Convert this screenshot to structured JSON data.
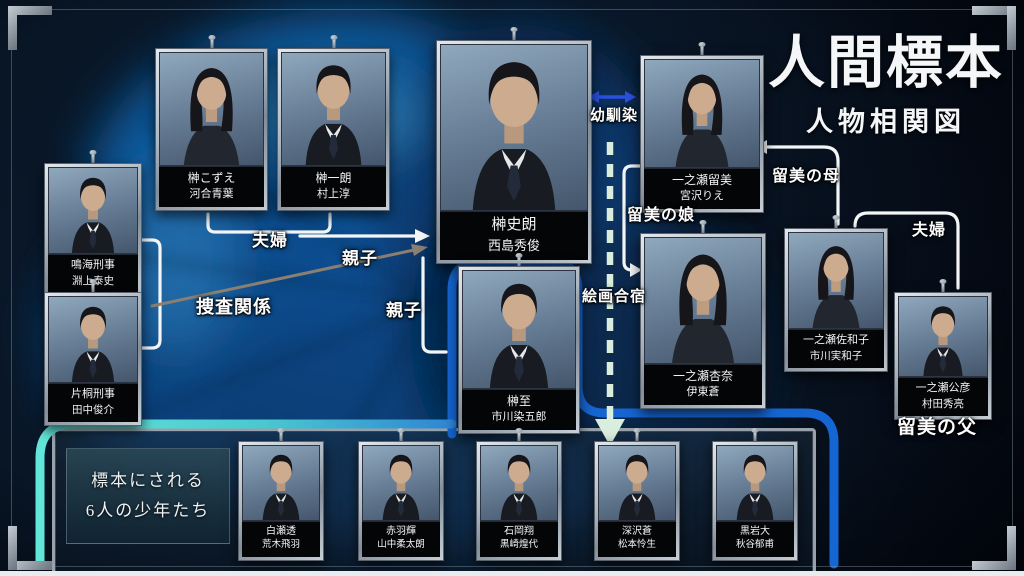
{
  "title": {
    "main": "人間標本",
    "subtitle": "人物相関図"
  },
  "cards": [
    {
      "role": "榊こずえ",
      "actor": "河合青葉"
    },
    {
      "role": "榊一朗",
      "actor": "村上淳"
    },
    {
      "role": "榊史朗",
      "actor": "西島秀俊"
    },
    {
      "role": "一之瀬留美",
      "actor": "宮沢りえ"
    },
    {
      "role": "鳴海刑事",
      "actor": "淵上泰史"
    },
    {
      "role": "片桐刑事",
      "actor": "田中俊介"
    },
    {
      "role": "榊至",
      "actor": "市川染五郎"
    },
    {
      "role": "一之瀬杏奈",
      "actor": "伊東蒼"
    },
    {
      "role": "一之瀬佐和子",
      "actor": "市川実和子"
    },
    {
      "role": "一之瀬公彦",
      "actor": "村田秀亮"
    },
    {
      "role": "白瀬透",
      "actor": "荒木飛羽"
    },
    {
      "role": "赤羽輝",
      "actor": "山中柔太朗"
    },
    {
      "role": "石岡翔",
      "actor": "黒崎煌代"
    },
    {
      "role": "深沢蒼",
      "actor": "松本怜生"
    },
    {
      "role": "黒岩大",
      "actor": "秋谷郁甫"
    }
  ],
  "relations": {
    "fufu_left": "夫婦",
    "oyako_arrow": "親子",
    "sousa_kankei": "捜査関係",
    "oyako_vertical": "親子",
    "osananajimi": "幼馴染",
    "kaiga_gasshuku": "絵画合宿",
    "rumi_no_musume": "留美の娘",
    "rumi_no_haha": "留美の母",
    "fufu_right": "夫婦",
    "rumi_no_chichi": "留美の父"
  },
  "group_label": {
    "line1": "標本にされる",
    "line2": "6人の少年たち"
  },
  "colors": {
    "accent_blue": "#1565d2",
    "cyan": "#5fe3d6",
    "mint": "#d9eede",
    "arrow_gray": "#8a7f70",
    "childhood_blue": "#2b50e0"
  }
}
